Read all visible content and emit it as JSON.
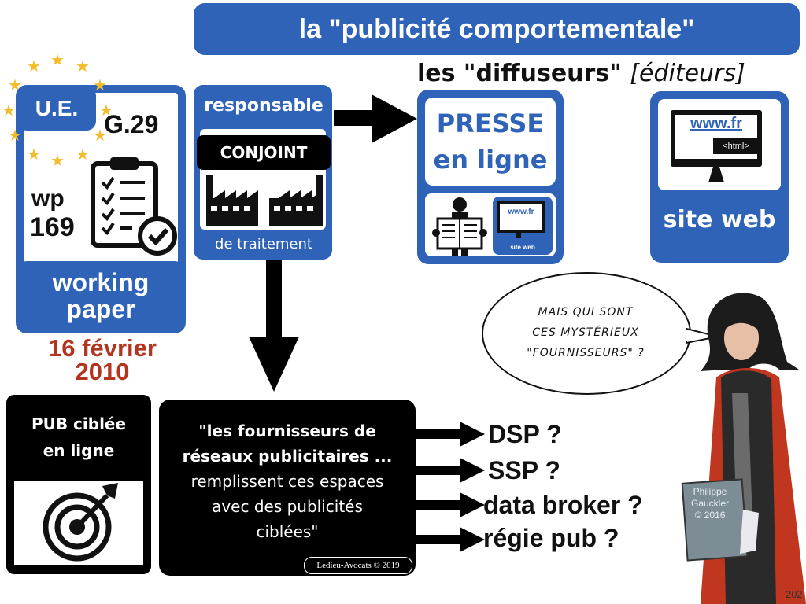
{
  "header": {
    "title": "la  \"publicité comportementale\"",
    "subtitle_main": "les \"diffuseurs\"",
    "subtitle_italic": "[éditeurs]"
  },
  "eu_card": {
    "tag": "U.E.",
    "group": "G.29",
    "wp_prefix": "wp",
    "wp_number": "169",
    "label_line1": "working",
    "label_line2": "paper",
    "date_line1": "16 février",
    "date_line2": "2010"
  },
  "controller_card": {
    "top": "responsable",
    "middle": "CONJOINT",
    "bottom": "de traitement"
  },
  "press_card": {
    "line1": "PRESSE",
    "line2": "en ligne",
    "mini_url": "www.fr",
    "mini_label": "site web"
  },
  "website_card": {
    "url": "www.fr",
    "code_tag": "<html>",
    "label": "site web"
  },
  "speech_bubble": {
    "line1": "MAIS QUI SONT",
    "line2": "CES MYSTÉRIEUX",
    "line3": "\"FOURNISSEURS\" ?"
  },
  "targeted_ad_card": {
    "line1": "PUB ciblée",
    "line2": "en ligne"
  },
  "quote_card": {
    "bold_line1": "\"les fournisseurs de",
    "bold_line2": "réseaux publicitaires ...",
    "line3": "remplissent ces espaces",
    "line4": "avec des publicités",
    "line5": "ciblées\"",
    "copyright": "Ledieu-Avocats © 2019"
  },
  "actors": [
    {
      "label": "DSP ?"
    },
    {
      "label": "SSP ?"
    },
    {
      "label": "data broker ?"
    },
    {
      "label": "régie pub ?"
    }
  ],
  "illustration_credit": {
    "line1": "Philippe",
    "line2": "Gauckler",
    "line3": "© 2016"
  },
  "page_number": "202",
  "colors": {
    "brand_blue": "#2f63b8",
    "date_red": "#b3341f",
    "star_gold": "#f2bd2c"
  }
}
